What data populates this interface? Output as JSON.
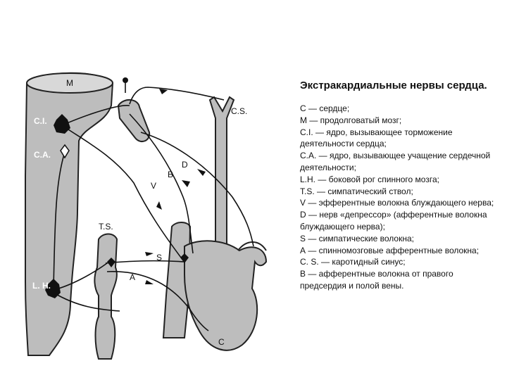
{
  "diagram": {
    "labels": {
      "medulla": "M",
      "inhibit_nucleus": "C.I.",
      "accel_nucleus": "C.A.",
      "sympathetic_trunk": "T.S.",
      "lateral_horn": "L. H.",
      "carotid_sinus": "C.S.",
      "depressor": "D",
      "right_atrium_fibers": "B",
      "vagus": "V",
      "sympathetic_fibers": "S",
      "spinal_afferent": "A",
      "heart": "C"
    }
  },
  "legend": {
    "title": "Экстракардиальные нервы сердца.",
    "items": [
      "С — сердце;",
      "М — продолговатый мозг;",
      "C.I. — ядро, вызывающее торможение деятельности сердца;",
      "С.А. — ядро, вызывающее учащение сердечной деятельности;",
      "L.H. — боковой рог спинного мозга;",
      "T.S. — симпатический ствол;",
      "V — эфферентные волокна блуждающего нерва;",
      "D — нерв «депрессор» (афферентные волокна блуждающего нерва);",
      "S — симпатические волокна;",
      "А — спинномозговые афферентные волокна;",
      "С. S. — каротидный синус;",
      "В — афферентные волокна от правого предсердия и полой вены."
    ]
  }
}
